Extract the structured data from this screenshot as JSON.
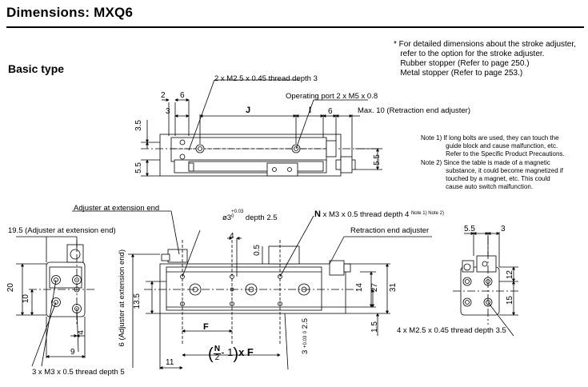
{
  "header": {
    "title": "Dimensions: MXQ6"
  },
  "section": {
    "title": "Basic type"
  },
  "notes": {
    "stroke": "* For detailed dimensions about the stroke adjuster,\n   refer to the option for the stroke adjuster.\n   Rubber stopper (Refer to page 250.)\n   Metal stopper (Refer to page 253.)",
    "note1": "Note 1) If long bolts are used, they can touch the\n              guide block and cause malfunction, etc.\n              Refer to the Specific Product Precautions.",
    "note2": "Note 2) Since the table is made of a magnetic\n              substance, it could become magnetized if\n              touched by a magnet, etc. This could\n              cause auto switch malfunction."
  },
  "labels": {
    "thread_top": "2 x M2.5 x 0.45 thread depth 3",
    "operating_port": "Operating port 2 x M5 x 0.8",
    "max10": "Max. 10 (Retraction end adjuster)",
    "adjuster_ext": "Adjuster at extension end",
    "adjuster_ext_195": "19.5 (Adjuster at extension end)",
    "phi3": "ø3",
    "phi3_tol": "+0.03",
    "phi3_tol_low": "0",
    "phi3_depth": "depth 2.5",
    "n_thread_n": "N",
    "n_thread": "x M3 x 0.5 thread depth 4",
    "n_thread_notes": "Note 1) Note 2)",
    "retraction_adj": "Retraction end adjuster",
    "thread_bottom_left": "3 x M3 x 0.5 thread depth 5",
    "thread_bottom_right": "4 x M2.5 x 0.45 thread depth 3.5",
    "adjuster_ext_side": "6 (Adjuster at extension end)",
    "depth_3": "3",
    "depth_tol": "+0.03",
    "depth_tol_low": "0",
    "depth_25": "2.5",
    "formula_n": "N",
    "formula_2": "2",
    "formula_rest": "- 1",
    "formula_f": "x F"
  },
  "dims": {
    "d2": "2",
    "d6a": "6",
    "d3a": "3",
    "J": "J",
    "I": "I",
    "d6b": "6",
    "d35": "3.5",
    "d55a": "5.5",
    "d55b": "5.5",
    "d20": "20",
    "d10": "10",
    "d4a": "4",
    "d9": "9",
    "d4b": "4",
    "d05": "0.5",
    "d135": "13.5",
    "F": "F",
    "d11": "11",
    "d14": "14",
    "d27": "27",
    "d31": "31",
    "d15a": "1.5",
    "d55c": "5.5",
    "d3b": "3",
    "d12": "12",
    "d15b": "15"
  }
}
